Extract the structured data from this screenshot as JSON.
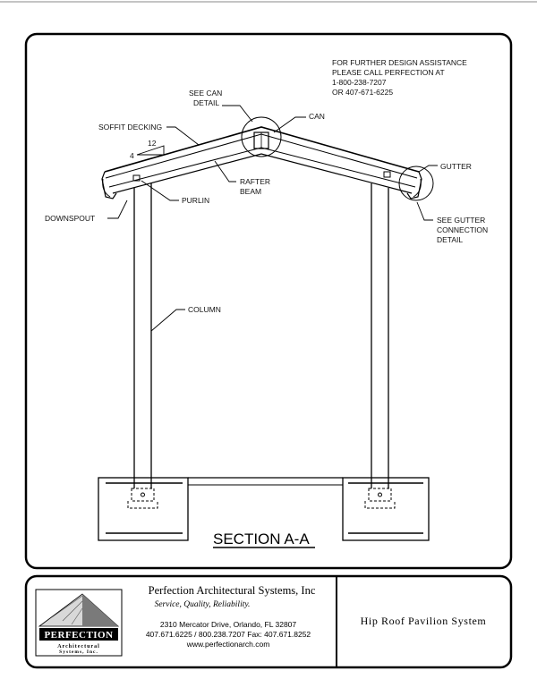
{
  "drawing": {
    "note_lines": [
      "FOR FURTHER DESIGN ASSISTANCE",
      "PLEASE CALL PERFECTION AT",
      "1-800-238-7207",
      "OR 407-671-6225"
    ],
    "labels": {
      "see_can_detail_1": "SEE CAN",
      "see_can_detail_2": "DETAIL",
      "can": "CAN",
      "soffit_decking": "SOFFIT DECKING",
      "slope_rise": "4",
      "slope_run": "12",
      "gutter": "GUTTER",
      "rafter_beam_1": "RAFTER",
      "rafter_beam_2": "BEAM",
      "purlin": "PURLIN",
      "downspout": "DOWNSPOUT",
      "see_gutter_1": "SEE GUTTER",
      "see_gutter_2": "CONNECTION",
      "see_gutter_3": "DETAIL",
      "column": "COLUMN"
    },
    "section_title": "SECTION A-A"
  },
  "title_block": {
    "logo_word": "PERFECTION",
    "logo_sub_1": "Architectural",
    "logo_sub_2": "Systems, Inc.",
    "company": "Perfection Architectural Systems, Inc",
    "tagline": "Service, Quality, Reliability.",
    "address": "2310 Mercator Drive, Orlando, FL 32807",
    "phones": "407.671.6225 / 800.238.7207  Fax: 407.671.8252",
    "website": "www.perfectionarch.com",
    "drawing_title": "Hip Roof Pavilion System"
  },
  "colors": {
    "line": "#000000",
    "background": "#ffffff"
  }
}
